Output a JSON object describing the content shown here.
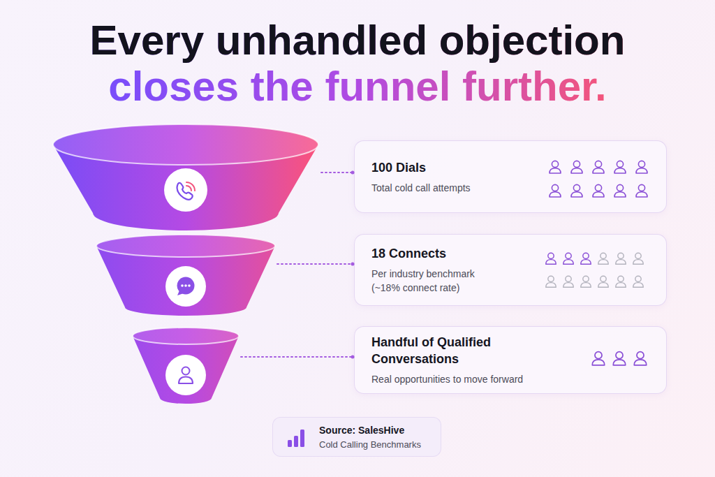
{
  "diagram": {
    "title": "Every unhandled objection closes the funnel further.",
    "nodes": [
      {
        "text": [
          "100 Dials",
          "Total cold call attempts"
        ]
      },
      {
        "text": [
          "18 Connects",
          "Per industry benchmark (~18% connect rate)"
        ]
      },
      {
        "text": [
          "Handful of Qualified Conversations",
          "Real opportunities to move forward"
        ]
      },
      {
        "text": [
          "Source: SalesHive",
          "Cold Calling Benchmarks"
        ]
      }
    ]
  }
}
